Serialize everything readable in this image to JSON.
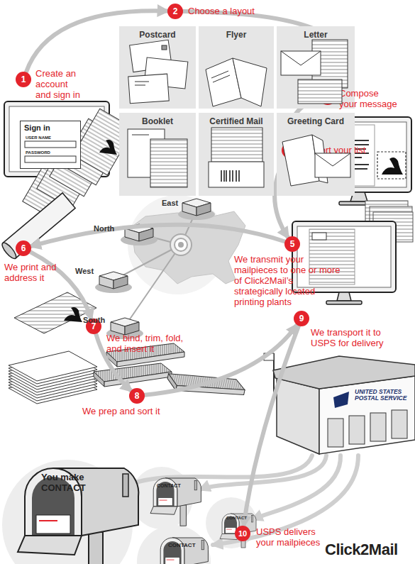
{
  "diagram": {
    "nodes": [
      {
        "text": [
          "1",
          "Create an account and sign in"
        ]
      },
      {
        "text": [
          "Sign in",
          "USER NAME",
          "PASSWORD"
        ]
      },
      {
        "text": [
          "2",
          "Choose a layout"
        ]
      },
      {
        "text": [
          "Postcard"
        ]
      },
      {
        "text": [
          "Flyer"
        ]
      },
      {
        "text": [
          "Letter"
        ]
      },
      {
        "text": [
          "Booklet"
        ]
      },
      {
        "text": [
          "Certified Mail"
        ]
      },
      {
        "text": [
          "Greeting Card"
        ]
      },
      {
        "text": [
          "3",
          "Compose your message"
        ]
      },
      {
        "text": [
          "4",
          "Import your list"
        ]
      },
      {
        "text": [
          "5",
          "We transmit your mailpieces to one or more of Click2Mail’s strategically located printing plants"
        ]
      },
      {
        "text": [
          "6",
          "We print and address it"
        ]
      },
      {
        "text": [
          "7",
          "We bind, trim, fold, and insert it"
        ]
      },
      {
        "text": [
          "8",
          "We prep and sort it"
        ]
      },
      {
        "text": [
          "9",
          "We transport it to USPS for delivery"
        ]
      },
      {
        "text": [
          "10",
          "USPS delivers your mailpieces"
        ]
      }
    ],
    "edges": [
      {
        "from": 0,
        "to": 2,
        "arrow": "to"
      },
      {
        "from": 2,
        "to": 9,
        "arrow": "to"
      },
      {
        "from": 9,
        "to": 10,
        "arrow": "to"
      },
      {
        "from": 10,
        "to": 11,
        "arrow": "to"
      },
      {
        "from": 11,
        "to": 12,
        "arrow": "to"
      },
      {
        "from": 12,
        "to": 13,
        "arrow": "to"
      },
      {
        "from": 13,
        "to": 14,
        "arrow": "to"
      },
      {
        "from": 14,
        "to": 15,
        "arrow": "to"
      },
      {
        "from": 15,
        "to": 16,
        "arrow": "to"
      }
    ],
    "labels": [
      "North",
      "East",
      "West",
      "South",
      "UNITED STATES POSTAL SERVICE",
      "You make CONTACT",
      "CONTACT",
      "CONTACT",
      "CONTACT",
      "Click2Mail"
    ]
  }
}
